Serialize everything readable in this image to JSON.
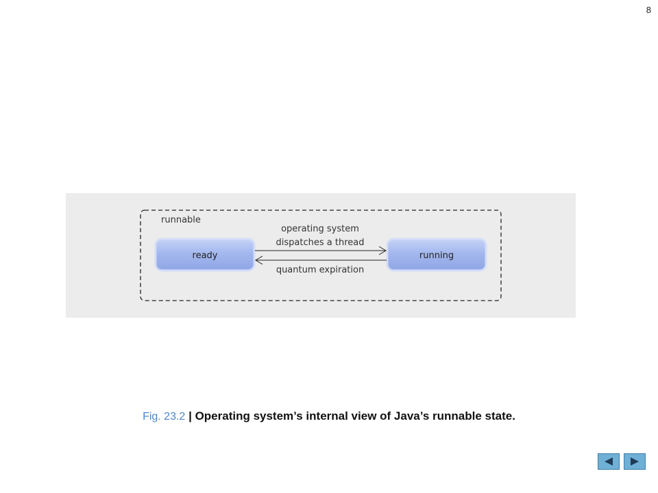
{
  "page": {
    "number": "8"
  },
  "diagram": {
    "container_label": "runnable",
    "states": {
      "ready": "ready",
      "running": "running"
    },
    "transitions": {
      "dispatch_line1": "operating system",
      "dispatch_line2": "dispatches a thread",
      "quantum": "quantum expiration"
    }
  },
  "caption": {
    "figure_number": "Fig. 23.2",
    "separator": "|",
    "text": "Operating system’s internal view of Java’s runnable state."
  },
  "navigation": {
    "prev_icon": "triangle-left-icon",
    "next_icon": "triangle-right-icon"
  },
  "colors": {
    "state_fill": "#a4b8ee",
    "state_border": "#c9d6f6",
    "figure_number": "#4a86c8",
    "nav_button": "#6fb0d6",
    "nav_arrow": "#1f3c57"
  }
}
